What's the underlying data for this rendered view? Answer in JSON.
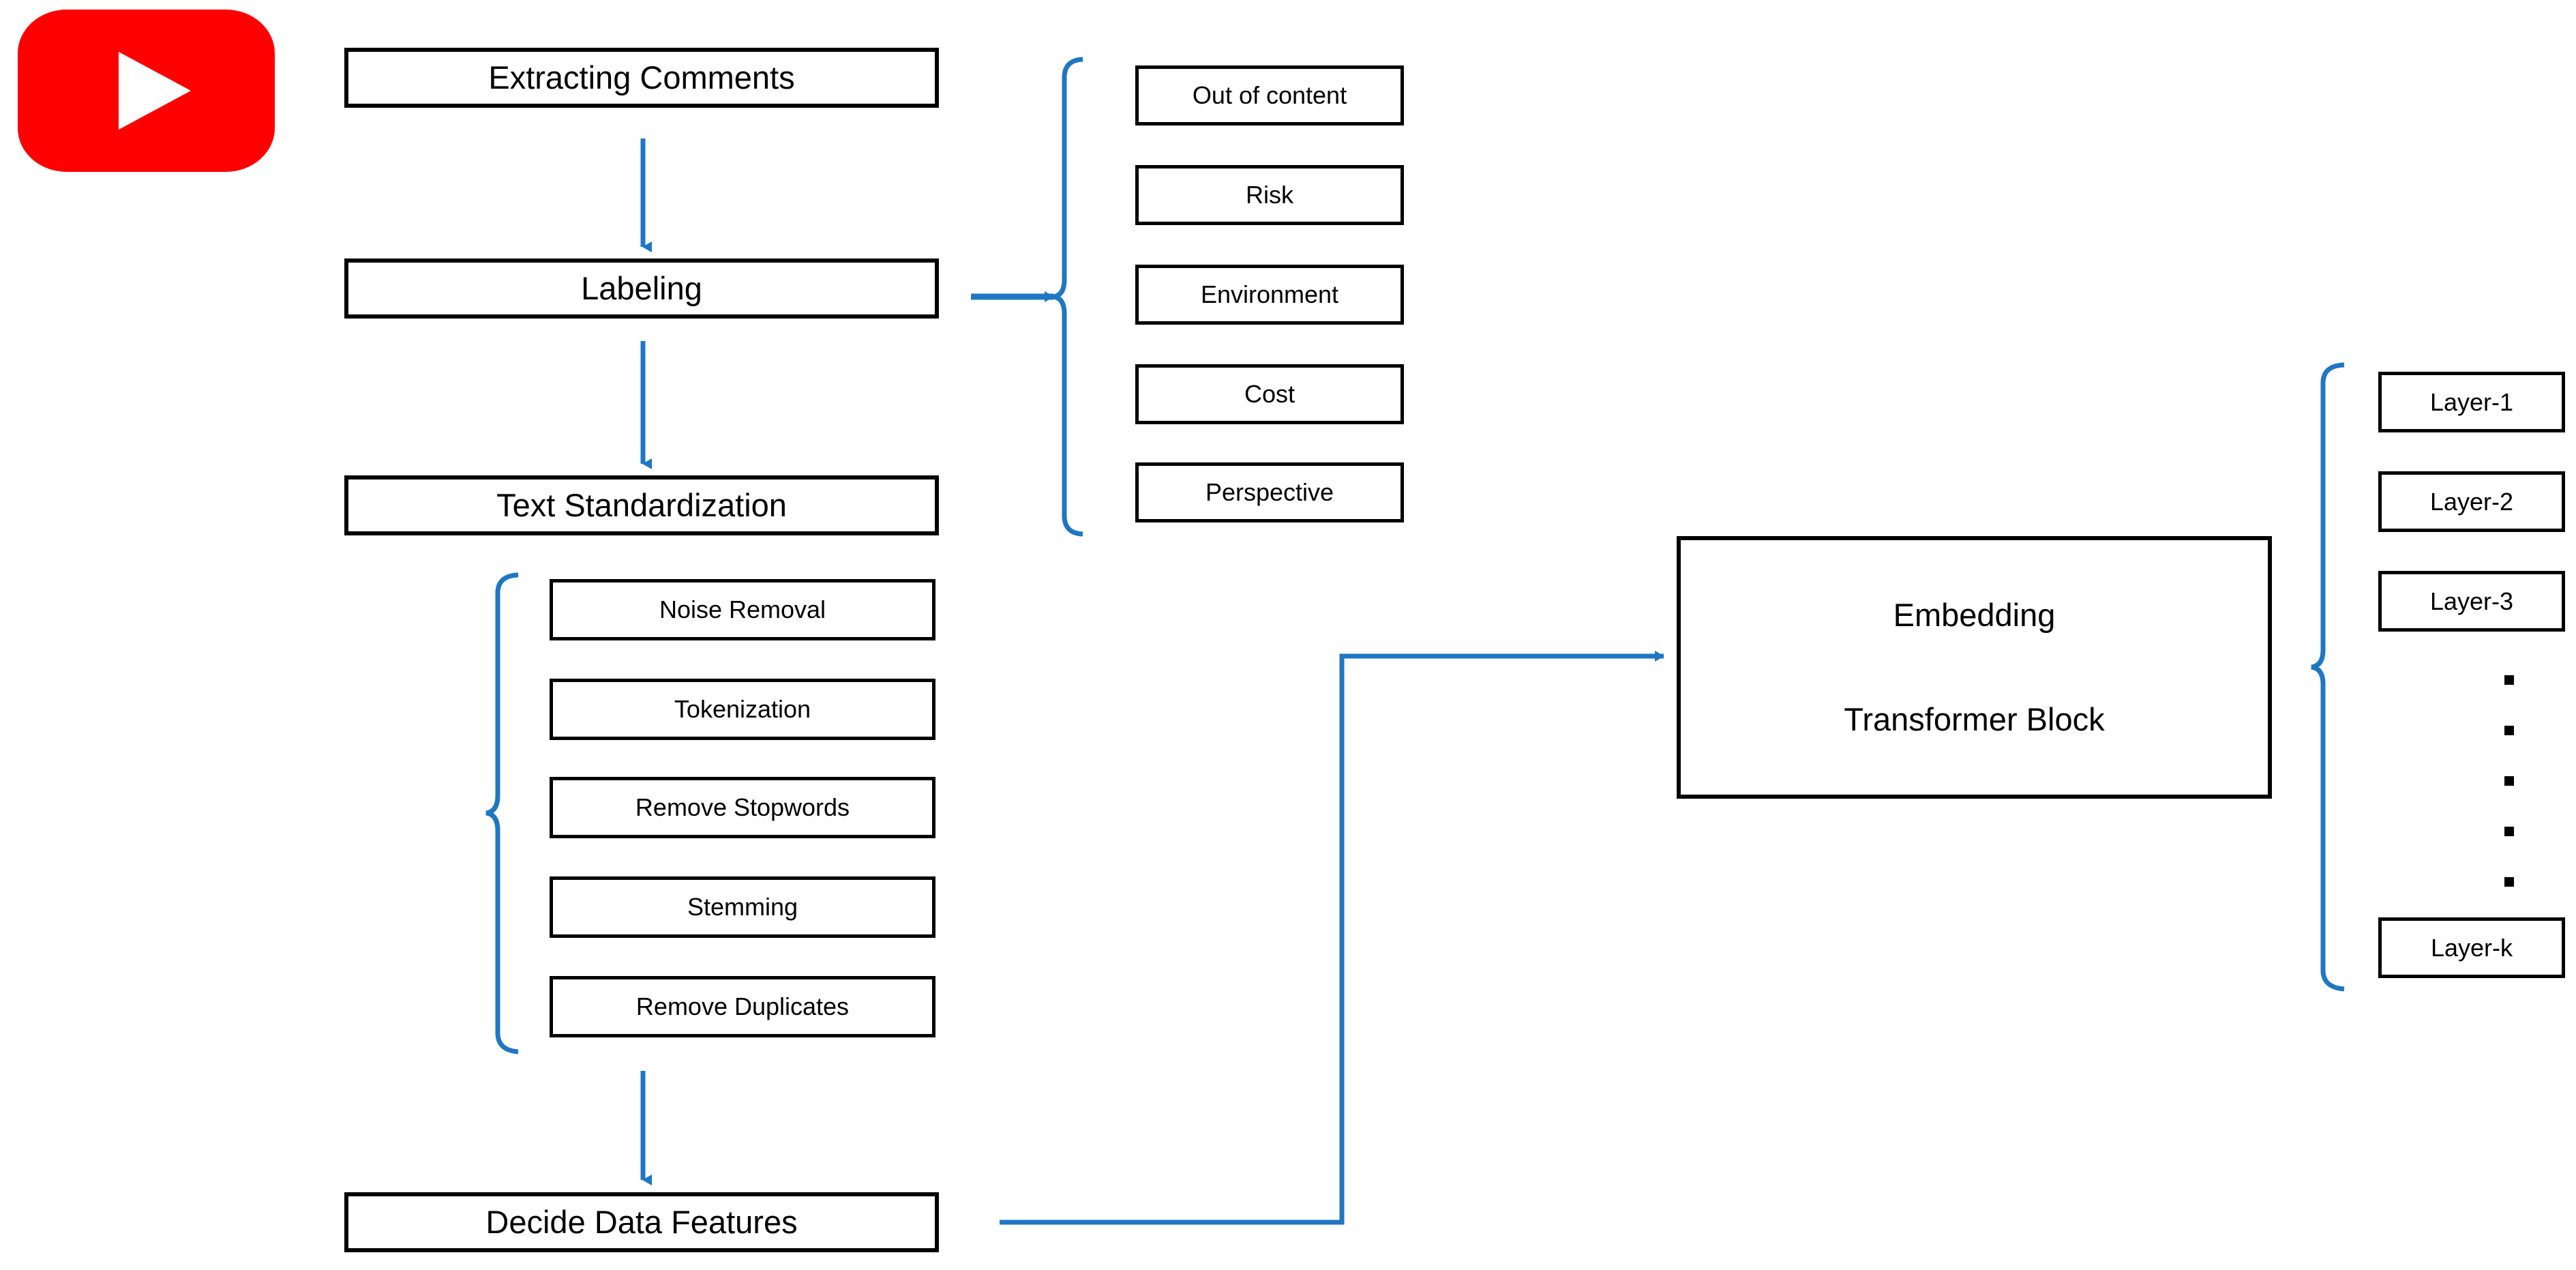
{
  "diagram": {
    "source_logo": {
      "name": "youtube-logo",
      "color": "#FF0000",
      "glyph_color": "#FFFFFF"
    },
    "accent_color": "#1f77c4",
    "box_border_color": "#000000",
    "background_color": "#FFFFFF",
    "pipeline": [
      {
        "id": "extracting",
        "label": "Extracting Comments"
      },
      {
        "id": "labeling",
        "label": "Labeling"
      },
      {
        "id": "text_standardization",
        "label": "Text Standardization"
      },
      {
        "id": "decide_features",
        "label": "Decide Data Features"
      }
    ],
    "label_categories": {
      "brace": "curly-brace-right",
      "items": [
        {
          "label": "Out of content"
        },
        {
          "label": "Risk"
        },
        {
          "label": "Environment"
        },
        {
          "label": "Cost"
        },
        {
          "label": "Perspective"
        }
      ]
    },
    "standardization_steps": {
      "brace": "curly-brace-right",
      "items": [
        {
          "label": "Noise Removal"
        },
        {
          "label": "Tokenization"
        },
        {
          "label": "Remove Stopwords"
        },
        {
          "label": "Stemming"
        },
        {
          "label": "Remove Duplicates"
        }
      ]
    },
    "model": {
      "line1": "Embedding",
      "line2": "Transformer Block"
    },
    "layers": {
      "brace": "curly-brace-right",
      "ellipsis_dots": 5,
      "items": [
        {
          "label": "Layer-1"
        },
        {
          "label": "Layer-2"
        },
        {
          "label": "Layer-3"
        },
        {
          "label": "Layer-k"
        }
      ]
    }
  }
}
